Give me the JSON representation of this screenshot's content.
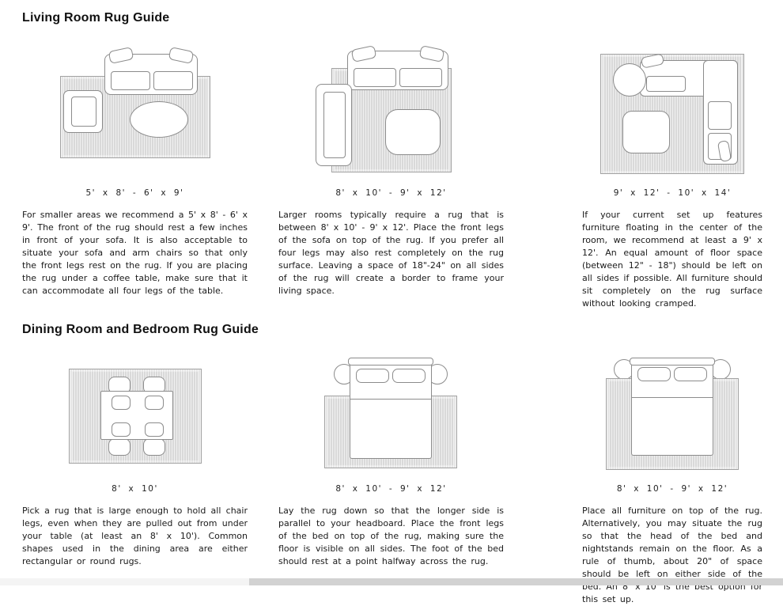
{
  "sections": [
    {
      "title": "Living Room Rug Guide",
      "items": [
        {
          "size": "5' x 8' - 6' x 9'",
          "description": "For smaller areas we recommend a 5' x 8' - 6' x 9'. The front of the rug should rest a few inches in front of your sofa. It is also acceptable to situate your sofa and arm chairs so that only the front legs rest on the rug. If you are placing the rug under a coffee table, make sure that it can accommodate all four legs of the table."
        },
        {
          "size": "8' x 10' - 9' x 12'",
          "description": "Larger rooms typically require a rug that is between 8' x 10' - 9' x 12'. Place the front legs of the sofa on top of the rug. If you prefer all four legs may also rest completely on the rug surface. Leaving a space of 18\"-24\" on all sides of the rug will create a border to frame your living space."
        },
        {
          "size": "9' x 12' - 10' x 14'",
          "description": "If your current set up features furniture floating in the center of the room, we recommend at least a 9' x 12'. An equal amount of floor space (between 12\" - 18\") should be left on all sides if possible. All furniture should sit completely on the rug surface without looking cramped."
        }
      ]
    },
    {
      "title": "Dining Room and Bedroom Rug Guide",
      "items": [
        {
          "size": "8' x 10'",
          "description": "Pick a rug that is large enough to hold all chair legs, even when they are pulled out from under your table (at least an 8' x 10'). Common shapes used in the dining area are either rectangular or round rugs."
        },
        {
          "size": "8' x 10' - 9' x 12'",
          "description": "Lay the rug down so that the longer side is parallel to your headboard. Place the front legs of the bed on top of the rug, making sure the floor is visible on all sides. The foot of the bed should rest at a point halfway across the rug."
        },
        {
          "size": "8' x 10' - 9' x 12'",
          "description": "Place all furniture on top of the rug. Alternatively, you may situate the rug so that the head of the bed and nightstands remain on the floor. As a rule of thumb, about 20\" of space should be left on either side of the bed. An 8' x 10' is the best option for this set up."
        }
      ]
    }
  ]
}
